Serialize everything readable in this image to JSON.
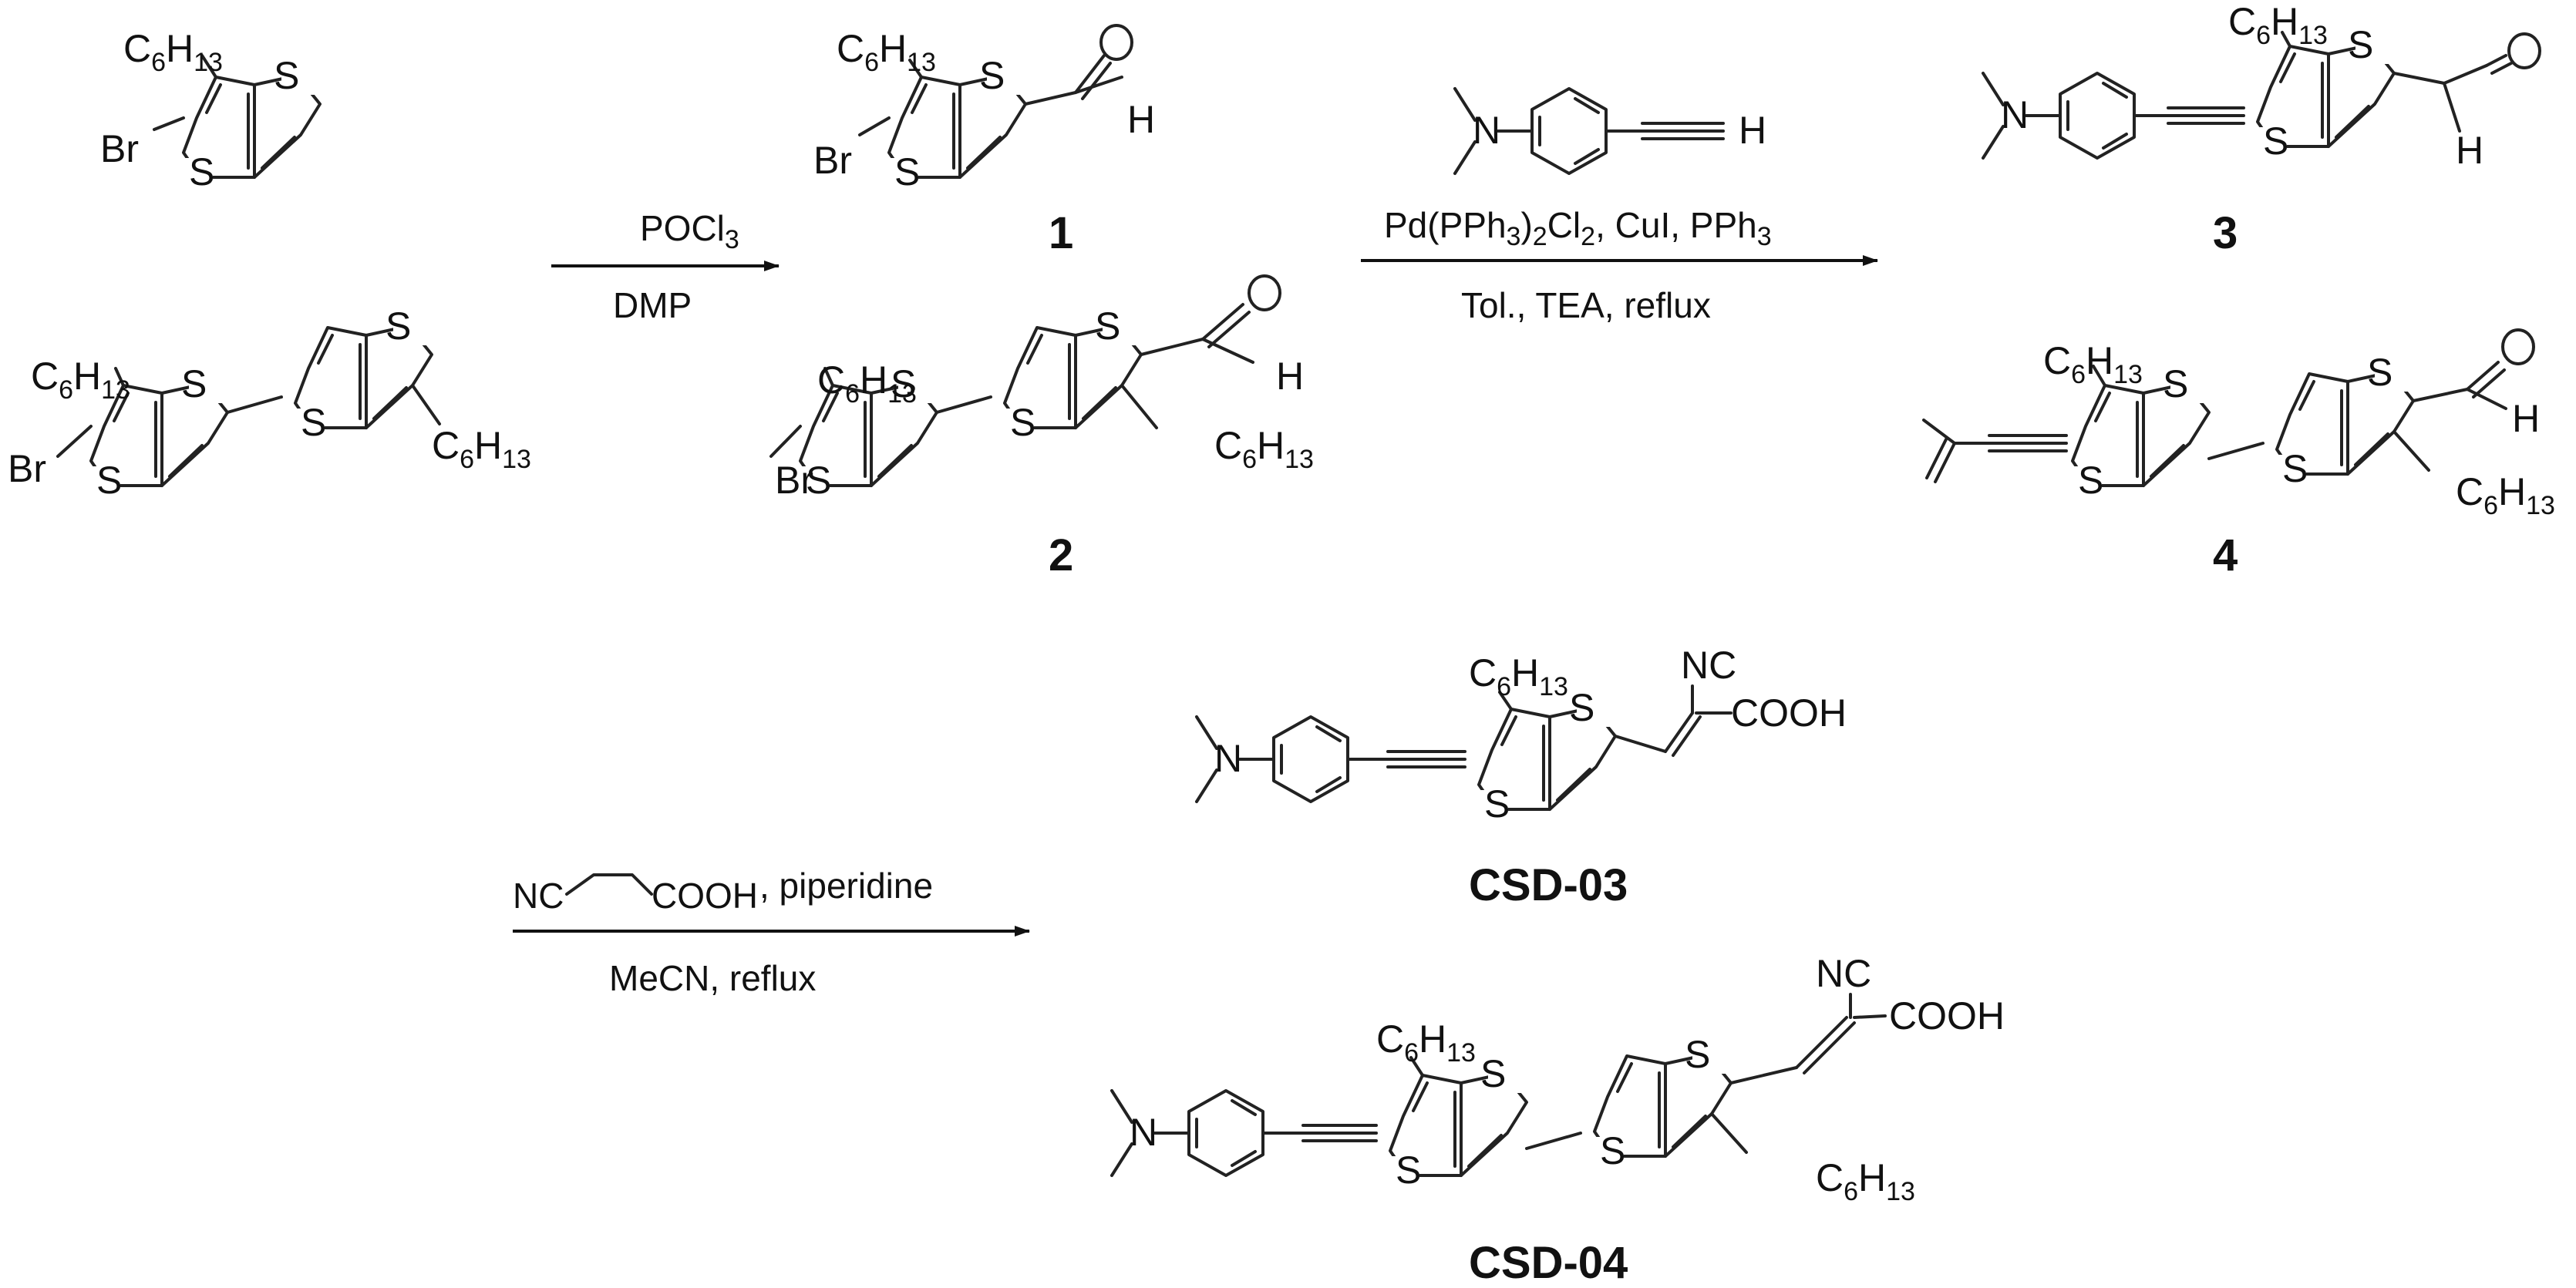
{
  "step1": {
    "reagent": "POCl3",
    "reagent_text": "POCl",
    "reagent_sub": "3",
    "solvent": "DMP"
  },
  "step2": {
    "alkyne_h": "H",
    "catalyst": "Pd(PPh3)2Cl2, CuI, PPh3",
    "cat_parts": [
      "Pd(PPh",
      "3",
      ")",
      "2",
      "Cl",
      "2",
      ", CuI, PPh",
      "3"
    ],
    "solvent": "Tol., TEA, reflux"
  },
  "step3": {
    "reagent_nc": "NC",
    "reagent_cooh": "COOH",
    "reagent_tail": ", piperidine",
    "solvent": "MeCN, reflux"
  },
  "atoms": {
    "S": "S",
    "Br": "Br",
    "H": "H",
    "N": "N",
    "C": "C",
    "NC": "NC",
    "COOH": "COOH",
    "hexyl_c_sub": "6",
    "hexyl_h": "H",
    "hexyl_h_sub": "13"
  },
  "labels": {
    "c1": "1",
    "c2": "2",
    "c3": "3",
    "c4": "4",
    "csd03": "CSD-03",
    "csd04": "CSD-04"
  },
  "colors": {
    "ink": "#111111",
    "background": "#ffffff"
  }
}
